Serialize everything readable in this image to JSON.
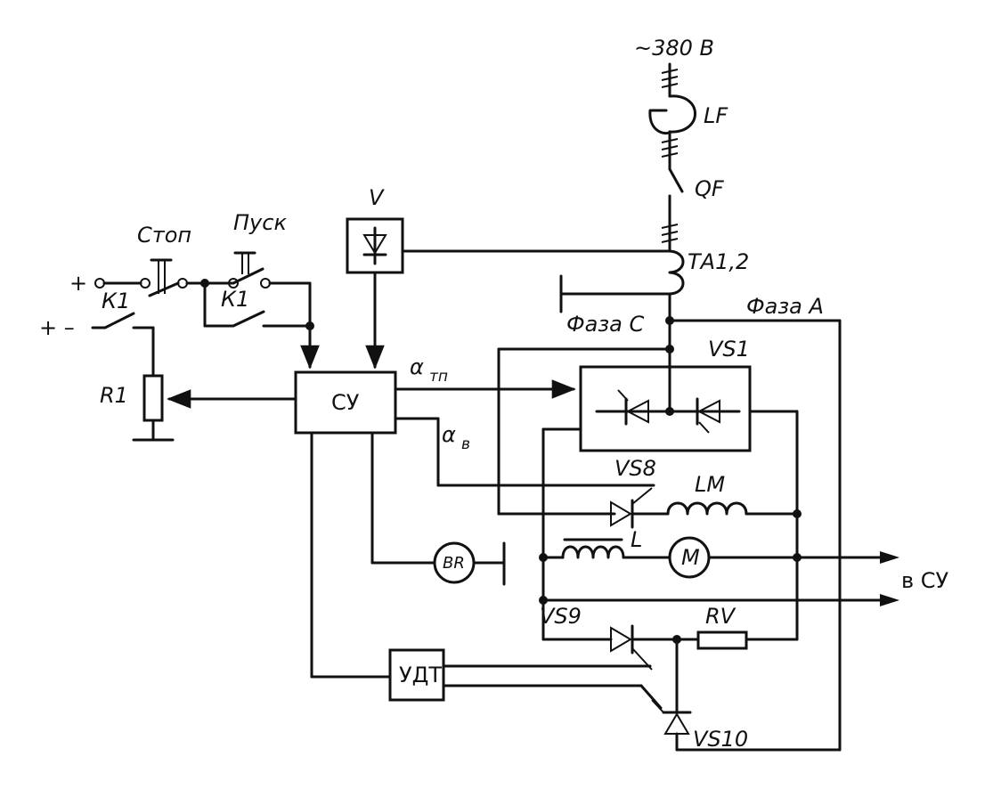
{
  "labels": {
    "supply": "~380 В",
    "lf": "LF",
    "qf": "QF",
    "ta": "ТА1,2",
    "phase_a": "Фаза А",
    "phase_c": "Фаза С",
    "vs1": "VS1",
    "vs8": "VS8",
    "lm": "LM",
    "l": "L",
    "m": "М",
    "br": "BR",
    "to_su": "в СУ",
    "vs9": "VS9",
    "rv": "RV",
    "vs10": "VS10",
    "udt": "УДТ",
    "su": "СУ",
    "v": "V",
    "stop": "Стоп",
    "start": "Пуск",
    "k1_left": "К1",
    "k1_right": "К1",
    "r1": "R1",
    "plus_top": "+",
    "plus_minus": "+ –",
    "alpha_tp": "α",
    "alpha_tp_sub": "тп",
    "alpha_v": "α",
    "alpha_v_sub": "в"
  }
}
